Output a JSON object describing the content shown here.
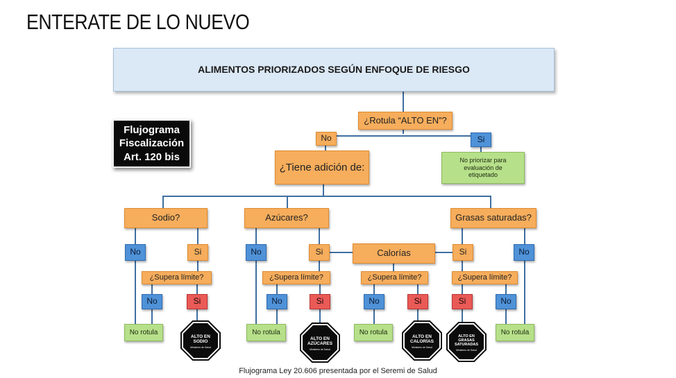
{
  "page_title": "ENTERATE DE LO NUEVO",
  "header": "ALIMENTOS PRIORIZADOS SEGÚN ENFOQUE DE RIESGO",
  "badge_lines": [
    "Flujograma",
    "Fiscalización",
    "Art. 120 bis"
  ],
  "question_rotula": "¿Rotula “ALTO EN”?",
  "no": "No",
  "si": "Si",
  "no_priorizar": "No priorizar para evaluación de etiquetado",
  "tiene_adicion": "¿Tiene adición de:",
  "nutrients": {
    "sodio": "Sodio?",
    "azucares": "Azúcares?",
    "grasas": "Grasas saturadas?",
    "calorias": "Calorías"
  },
  "supera_limite": "¿Supera límite?",
  "no_rotula": "No rotula",
  "seals": {
    "sodio": "ALTO EN\nSODIO",
    "azucares": "ALTO EN\nAZÚCARES",
    "calorias": "ALTO EN\nCALORÍAS",
    "grasas": "ALTO EN\nGRASAS\nSATURADAS",
    "foot": "Ministerio de Salud"
  },
  "caption": "Flujograma Ley 20.606 presentada por el Seremi de Salud",
  "colors": {
    "orange": "#f6ad5c",
    "blue": "#4f92d8",
    "red": "#ea5a57",
    "green": "#b7e08a",
    "header": "#dbe8f5",
    "connector": "#3f6fa0"
  }
}
